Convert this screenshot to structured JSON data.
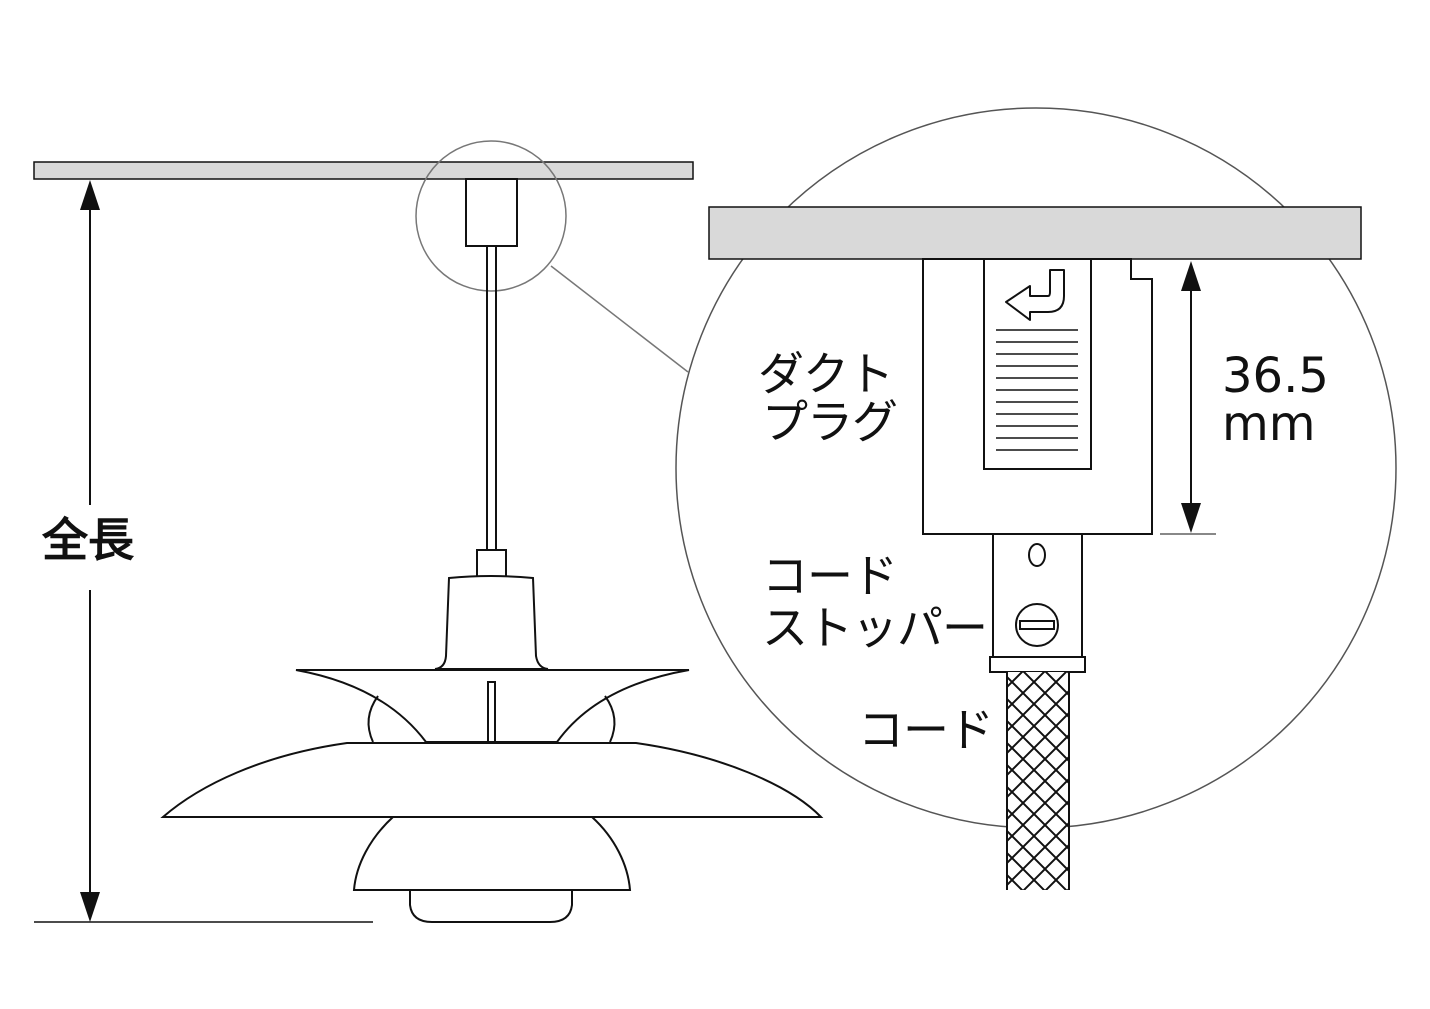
{
  "labels": {
    "total_length": "全長",
    "duct_plug_line1": "ダクト",
    "duct_plug_line2": "プラグ",
    "dimension_value": "36.5",
    "dimension_unit": "mm",
    "cord_stopper_line1": "コード",
    "cord_stopper_line2": "ストッパー",
    "cord": "コード"
  },
  "colors": {
    "ceiling_fill": "#d9d9d9",
    "line": "#111111",
    "thin_line": "#666666",
    "background": "#ffffff"
  }
}
